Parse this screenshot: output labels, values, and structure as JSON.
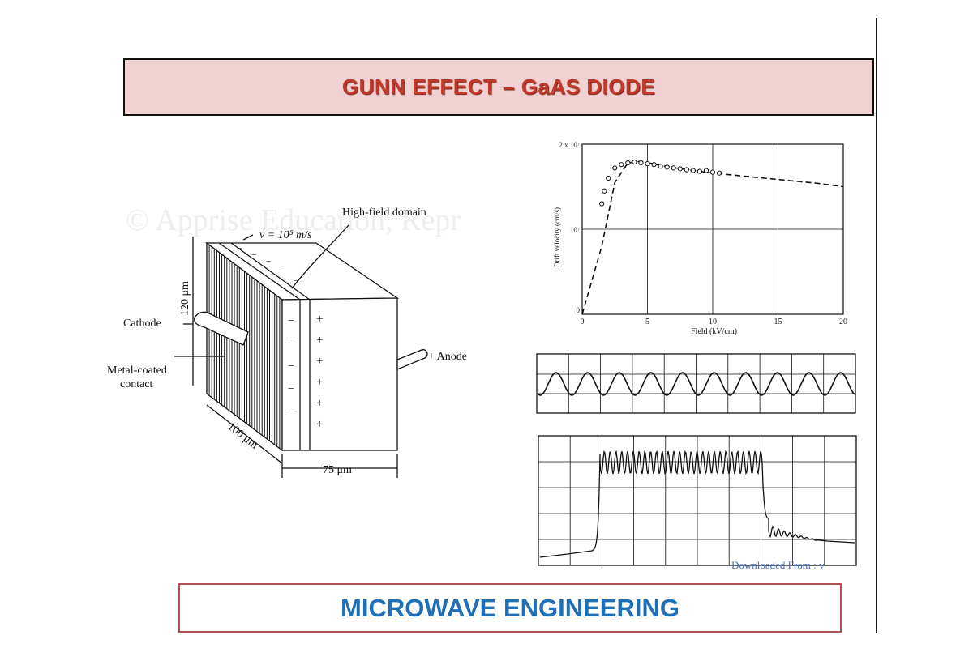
{
  "slide": {
    "title": "GUNN EFFECT – GaAS DIODE",
    "footer": "MICROWAVE ENGINEERING",
    "watermark": "© Apprise Education, Repr",
    "downloaded_note": "Downloaded From : v"
  },
  "diode_diagram": {
    "velocity_label": "v = 10⁵ m/s",
    "domain_label": "High-field domain",
    "height_label": "120 μm",
    "cathode_label": "Cathode",
    "anode_label": "+ Anode",
    "contact_label_1": "Metal-coated",
    "contact_label_2": "contact",
    "depth_label": "100 μm",
    "width_label": "75 μm"
  },
  "chart_data": {
    "type": "scatter",
    "ylabel": "Drift velocity (cm/s)",
    "xlabel": "Field (kV/cm)",
    "xlim": [
      0,
      20
    ],
    "x_ticks": [
      "0",
      "5",
      "10",
      "15",
      "20"
    ],
    "y_ticks": [
      "0",
      "10⁷",
      "2 x 10⁷"
    ],
    "grid": true,
    "series": [
      {
        "style": "dashed-line",
        "points": [
          [
            0,
            0.0
          ],
          [
            1.5,
            0.8
          ],
          [
            2.5,
            1.55
          ],
          [
            3.5,
            1.78
          ],
          [
            4.5,
            1.8
          ],
          [
            6,
            1.75
          ],
          [
            8,
            1.7
          ],
          [
            10,
            1.66
          ],
          [
            12,
            1.63
          ],
          [
            14,
            1.6
          ],
          [
            16,
            1.57
          ],
          [
            18,
            1.54
          ],
          [
            20,
            1.5
          ]
        ]
      },
      {
        "style": "open-circles",
        "points": [
          [
            1.5,
            1.3
          ],
          [
            1.7,
            1.45
          ],
          [
            2.0,
            1.6
          ],
          [
            2.5,
            1.72
          ],
          [
            3.0,
            1.76
          ],
          [
            3.5,
            1.78
          ],
          [
            4.0,
            1.79
          ],
          [
            4.5,
            1.78
          ],
          [
            5.0,
            1.77
          ],
          [
            5.5,
            1.76
          ],
          [
            6.0,
            1.74
          ],
          [
            6.5,
            1.73
          ],
          [
            7.0,
            1.72
          ],
          [
            7.5,
            1.71
          ],
          [
            8.0,
            1.7
          ],
          [
            8.5,
            1.69
          ],
          [
            9.0,
            1.68
          ],
          [
            9.5,
            1.69
          ],
          [
            10.0,
            1.67
          ],
          [
            10.5,
            1.66
          ]
        ]
      }
    ]
  },
  "oscillograms": {
    "sine_cycles": 10,
    "pulse_cycles": 28
  }
}
